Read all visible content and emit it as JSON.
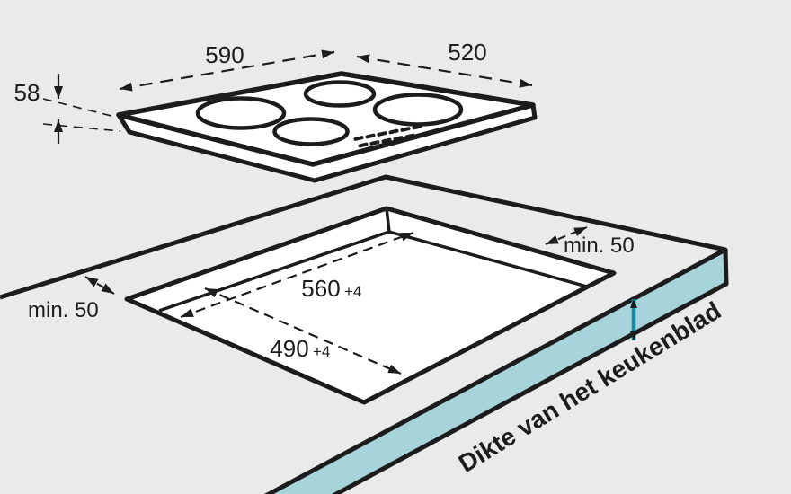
{
  "colors": {
    "background": "#e9eae9",
    "line": "#1c1c1c",
    "surface_white": "#ffffff",
    "worktop_edge_fill": "#a7d3da",
    "accent_teal": "#1787a2"
  },
  "hob": {
    "width_label": "590",
    "depth_label": "520",
    "height_label": "58"
  },
  "cutout": {
    "width_label": "560",
    "width_tolerance": "+4",
    "depth_label": "490",
    "depth_tolerance": "+4",
    "margin_left_label": "min. 50",
    "margin_right_label": "min. 50"
  },
  "worktop": {
    "edge_caption": "Dikte van het keukenblad"
  }
}
